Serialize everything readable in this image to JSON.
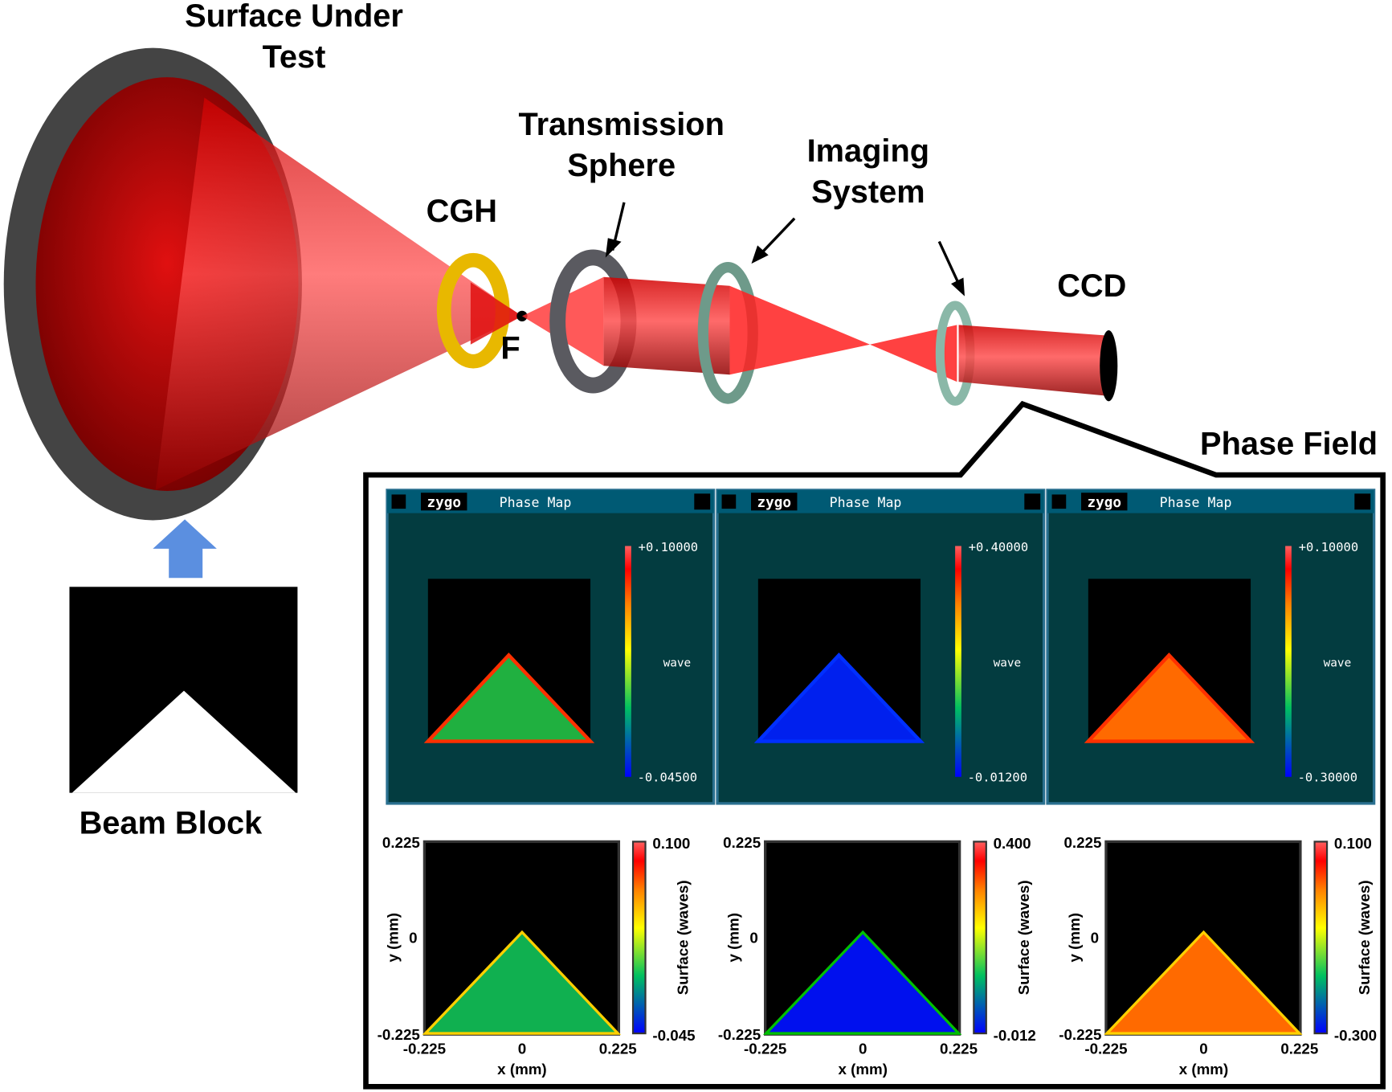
{
  "labels": {
    "surface_line1": "Surface Under",
    "surface_line2": "Test",
    "ts_line1": "Transmission",
    "ts_line2": "Sphere",
    "cgh": "CGH",
    "imaging_line1": "Imaging",
    "imaging_line2": "System",
    "ccd": "CCD",
    "focus": "F",
    "phase_field": "Phase Field",
    "beam_block": "Beam Block"
  },
  "colors": {
    "beam": "#e00000",
    "cgh": "#e8b800",
    "ts": "#5a5a60",
    "lens": "#6e9a8a",
    "zygo_title": "#005a74",
    "zygo_body": "#033c40",
    "arrow": "#5b8fe0"
  },
  "zygo_panels": [
    {
      "logo": "zygo",
      "title": "Phase Map",
      "max": "+0.10000",
      "unit": "wave",
      "min": "-0.04500",
      "fill": "green"
    },
    {
      "logo": "zygo",
      "title": "Phase Map",
      "max": "+0.40000",
      "unit": "wave",
      "min": "-0.01200",
      "fill": "blue"
    },
    {
      "logo": "zygo",
      "title": "Phase Map",
      "max": "+0.10000",
      "unit": "wave",
      "min": "-0.30000",
      "fill": "orange"
    }
  ],
  "sim_plots": [
    {
      "ymax": "0.225",
      "ymid": "0",
      "ymin": "-0.225",
      "xmin": "-0.225",
      "xmid": "0",
      "xmax": "0.225",
      "xlabel": "x (mm)",
      "ylabel": "y (mm)",
      "cmax": "0.100",
      "cmin": "-0.045",
      "clabel": "Surface (waves)"
    },
    {
      "ymax": "0.225",
      "ymid": "0",
      "ymin": "-0.225",
      "xmin": "-0.225",
      "xmid": "0",
      "xmax": "0.225",
      "xlabel": "x (mm)",
      "ylabel": "y (mm)",
      "cmax": "0.400",
      "cmin": "-0.012",
      "clabel": "Surface (waves)"
    },
    {
      "ymax": "0.225",
      "ymid": "0",
      "ymin": "-0.225",
      "xmin": "-0.225",
      "xmid": "0",
      "xmax": "0.225",
      "xlabel": "x (mm)",
      "ylabel": "y (mm)",
      "cmax": "0.100",
      "cmin": "-0.300",
      "clabel": "Surface (waves)"
    }
  ]
}
